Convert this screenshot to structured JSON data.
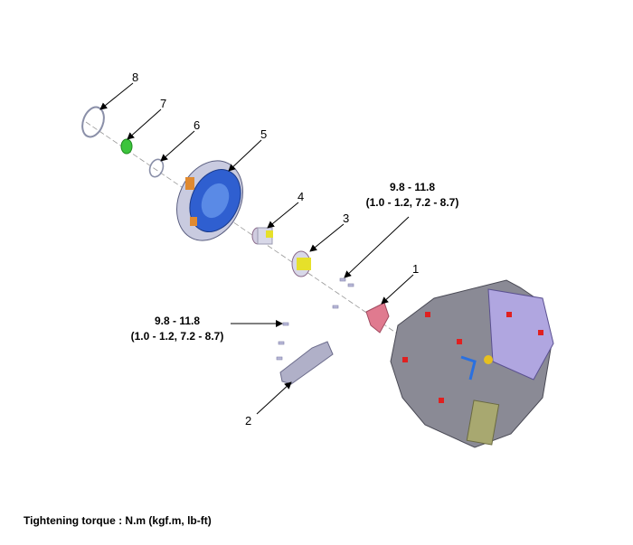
{
  "callouts": [
    "1",
    "2",
    "3",
    "4",
    "5",
    "6",
    "7",
    "8"
  ],
  "torque_spec": {
    "range_nm": "9.8 - 11.8",
    "range_alt": "(1.0 - 1.2, 7.2 - 8.7)"
  },
  "caption": "Tightening torque : N.m (kgf.m, lb-ft)",
  "colors": {
    "clutch_blue": "#2f5fd0",
    "bearing_yellow": "#e6e02a",
    "fork_pink": "#e07a8f",
    "housing_gray": "#7a7a82",
    "ring_green": "#3cc43c"
  }
}
